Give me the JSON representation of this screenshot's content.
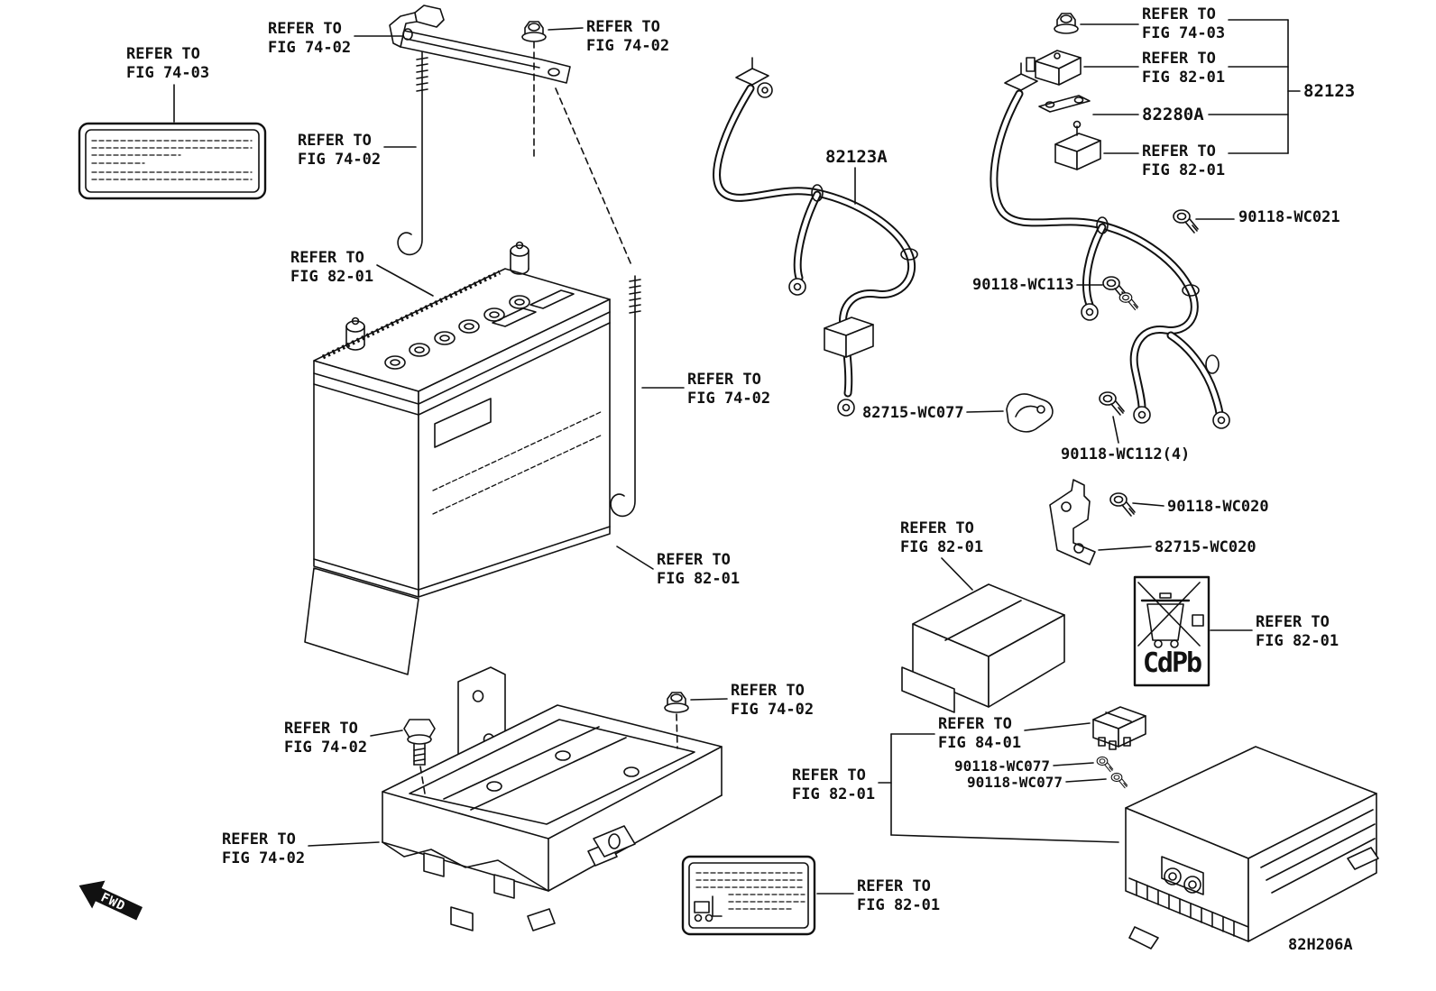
{
  "diagram": {
    "code": "82H206A",
    "fwd": "FWD",
    "recycle_label": "CdPb"
  },
  "callouts": {
    "warning_label_fig": {
      "line1": "REFER TO",
      "line2": "FIG 74-03"
    },
    "clamp_fig": {
      "line1": "REFER TO",
      "line2": "FIG 74-02"
    },
    "top_nut_fig": {
      "line1": "REFER TO",
      "line2": "FIG 74-02"
    },
    "jbolt_left_fig": {
      "line1": "REFER TO",
      "line2": "FIG 74-02"
    },
    "battery_top_fig": {
      "line1": "REFER TO",
      "line2": "FIG 82-01"
    },
    "sensor_nut_fig": {
      "line1": "REFER TO",
      "line2": "FIG 74-03"
    },
    "sensor_upper_fig": {
      "line1": "REFER TO",
      "line2": "FIG 82-01"
    },
    "sensor_lower_fig": {
      "line1": "REFER TO",
      "line2": "FIG 82-01"
    },
    "jbolt_right_fig": {
      "line1": "REFER TO",
      "line2": "FIG 74-02"
    },
    "battery_side_fig": {
      "line1": "REFER TO",
      "line2": "FIG 82-01"
    },
    "cover_fig": {
      "line1": "REFER TO",
      "line2": "FIG 82-01"
    },
    "recycle_fig": {
      "line1": "REFER TO",
      "line2": "FIG 82-01"
    },
    "bottom_nut_fig": {
      "line1": "REFER TO",
      "line2": "FIG 74-02"
    },
    "tray_bolt_fig": {
      "line1": "REFER TO",
      "line2": "FIG 74-02"
    },
    "tray_fig": {
      "line1": "REFER TO",
      "line2": "FIG 74-02"
    },
    "relay_fig": {
      "line1": "REFER TO",
      "line2": "FIG 84-01"
    },
    "ecu_fig": {
      "line1": "REFER TO",
      "line2": "FIG 82-01"
    },
    "caution_label_fig": {
      "line1": "REFER TO",
      "line2": "FIG 82-01"
    }
  },
  "parts": {
    "cable_82123a": "82123A",
    "cable_82123": "82123",
    "strip_82280a": "82280A",
    "bolt_90118_wc021": "90118-WC021",
    "bolt_90118_wc113": "90118-WC113",
    "clamp_82715_wc077": "82715-WC077",
    "bolt_90118_wc112": "90118-WC112(4)",
    "bolt_90118_wc020": "90118-WC020",
    "bracket_82715_wc020": "82715-WC020",
    "bolt_90118_wc077_a": "90118-WC077",
    "bolt_90118_wc077_b": "90118-WC077"
  }
}
